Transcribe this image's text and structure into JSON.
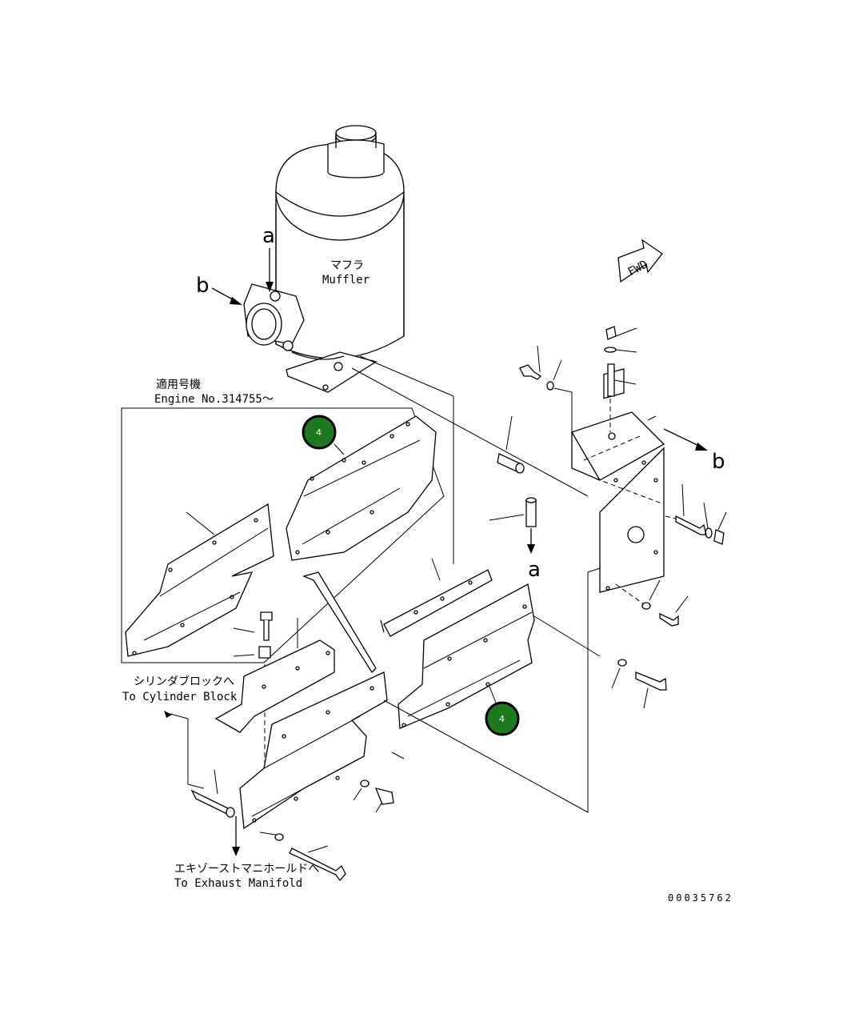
{
  "labels": {
    "muffler_jp": "マフラ",
    "muffler_en": "Muffler",
    "applicable_jp": "適用号機",
    "engine_no": "Engine No.314755～",
    "cyl_block_jp": "シリンダブロックへ",
    "cyl_block_en": "To Cylinder Block",
    "exhaust_jp": "エキゾーストマニホールドへ",
    "exhaust_en": "To Exhaust Manifold",
    "fwd": "FWD",
    "drawing_no": "00035762",
    "ref_a_top": "a",
    "ref_b_left": "b",
    "ref_a_bottom": "a",
    "ref_b_right": "b"
  },
  "badges": [
    {
      "label": "4"
    },
    {
      "label": "4"
    }
  ],
  "colors": {
    "badge_fill": "#1f7a1f",
    "line": "#000000",
    "background": "#ffffff"
  }
}
